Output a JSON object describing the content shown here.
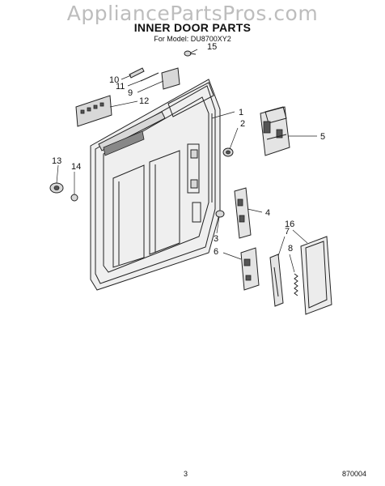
{
  "watermark": "AppliancePartsPros.com",
  "title": "INNER DOOR PARTS",
  "subtitle": "For Model: DU8700XY2",
  "page_number": "3",
  "document_code": "870004",
  "callouts": {
    "c1": "1",
    "c2": "2",
    "c3": "3",
    "c4": "4",
    "c5": "5",
    "c6": "6",
    "c7": "7",
    "c8": "8",
    "c9": "9",
    "c10": "10",
    "c11": "11",
    "c12": "12",
    "c13": "13",
    "c14": "14",
    "c15": "15",
    "c16": "16"
  }
}
